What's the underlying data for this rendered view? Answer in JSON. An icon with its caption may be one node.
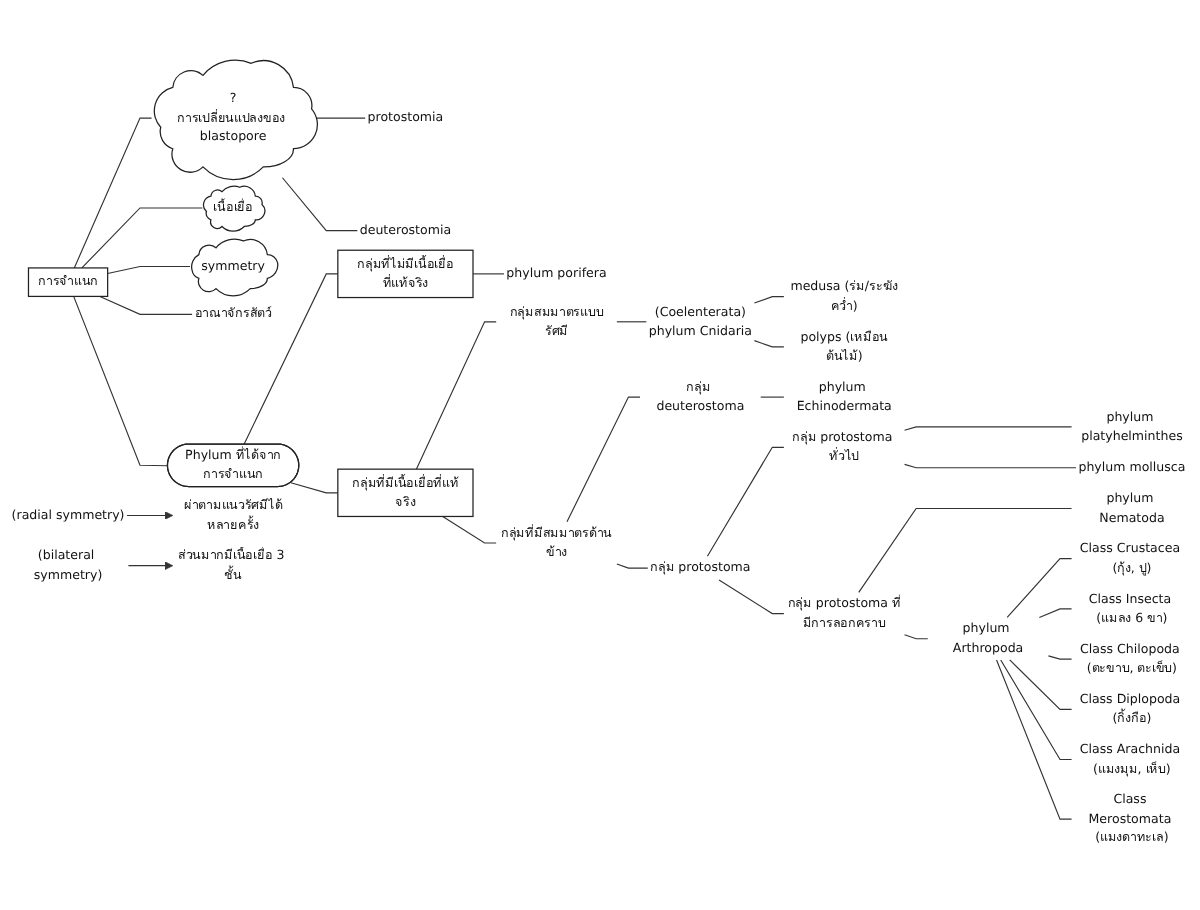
{
  "diagram": {
    "nodes": [
      {
        "text": [
          "protostomia"
        ]
      },
      {
        "text": [
          "?",
          "การเปลี่ยนแปลงของ blastopore"
        ]
      },
      {
        "text": [
          "deuterostomia"
        ]
      },
      {
        "text": [
          "เนื้อเยื่อ"
        ]
      },
      {
        "text": [
          "symmetry"
        ]
      },
      {
        "text": [
          "การจำแนก"
        ]
      },
      {
        "text": [
          "อาณาจักรสัตว์"
        ]
      },
      {
        "text": [
          "Phylum ที่ได้จากการจำแนก"
        ]
      },
      {
        "text": [
          "ผ่าตามแนวรัศมีได้หลายครั้ง"
        ]
      },
      {
        "text": [
          "(radial symmetry)"
        ]
      },
      {
        "text": [
          "กลุ่มสมมาตรแบบรัศมี"
        ]
      },
      {
        "text": [
          "phylum Cnidaria"
        ],
        "beside": [
          "(Coelenterata)"
        ]
      },
      {
        "text": [
          "medusa (ร่ม/ระฆังคว่ำ)"
        ]
      },
      {
        "text": [
          "polyps (เหมือนต้นไม้)"
        ]
      },
      {
        "text": [
          "กลุ่มที่มีเนื้อเยื่อที่แท้จริง"
        ]
      },
      {
        "text": [
          "phylum porifera"
        ]
      },
      {
        "text": [
          "กลุ่มที่ไม่มีเนื้อเยื่อที่แท้จริง"
        ]
      },
      {
        "text": [
          "ส่วนมากมีเนื้อเยื่อ 3 ชั้น"
        ]
      },
      {
        "text": [
          "กลุ่มที่มีสมมาตรด้านข้าง"
        ]
      },
      {
        "text": [
          "(bilateral symmetry)"
        ]
      },
      {
        "text": [
          "กลุ่ม deuterostoma"
        ]
      },
      {
        "text": [
          "phylum Echinodermata"
        ]
      },
      {
        "text": [
          "กลุ่ม protostoma"
        ]
      },
      {
        "text": [
          "กลุ่ม protostoma ทั่วไป"
        ]
      },
      {
        "text": [
          "กลุ่ม protostoma ที่มีการลอกคราบ"
        ]
      },
      {
        "text": [
          "phylum platyhelminthes"
        ]
      },
      {
        "text": [
          "phylum mollusca"
        ]
      },
      {
        "text": [
          "phylum Nematoda"
        ]
      },
      {
        "text": [
          "phylum Arthropoda"
        ]
      },
      {
        "text": [
          "Class Crustacea (กุ้ง, ปู)"
        ]
      },
      {
        "text": [
          "Class Insecta (แมลง 6 ขา)"
        ]
      },
      {
        "text": [
          "Class Chilopoda (ตะขาบ, ตะเข็บ)"
        ]
      },
      {
        "text": [
          "Class Diplopoda (กิ้งกือ)"
        ]
      },
      {
        "text": [
          "Class Arachnida (แมงมุม, เห็บ)"
        ]
      },
      {
        "text": [
          "Class Merostomata (แมงดาทะเล)"
        ]
      }
    ],
    "edges": [
      {
        "from": 1,
        "to": 0,
        "arrow": "none"
      },
      {
        "from": 1,
        "to": 2,
        "arrow": "none"
      },
      {
        "from": 5,
        "to": 1,
        "arrow": "none"
      },
      {
        "from": 5,
        "to": 3,
        "arrow": "none"
      },
      {
        "from": 5,
        "to": 4,
        "arrow": "none"
      },
      {
        "from": 5,
        "to": 6,
        "arrow": "none"
      },
      {
        "from": 5,
        "to": 7,
        "arrow": "none"
      },
      {
        "from": 9,
        "to": 8,
        "arrow": "to"
      },
      {
        "from": 7,
        "to": 16,
        "arrow": "none"
      },
      {
        "from": 16,
        "to": 15,
        "arrow": "none"
      },
      {
        "from": 7,
        "to": 14,
        "arrow": "none"
      },
      {
        "from": 14,
        "to": 10,
        "arrow": "none"
      },
      {
        "from": 10,
        "to": 11,
        "arrow": "none"
      },
      {
        "from": 11,
        "to": 12,
        "arrow": "none"
      },
      {
        "from": 11,
        "to": 13,
        "arrow": "none"
      },
      {
        "from": 19,
        "to": 17,
        "arrow": "to"
      },
      {
        "from": 14,
        "to": 18,
        "arrow": "none"
      },
      {
        "from": 18,
        "to": 20,
        "arrow": "none"
      },
      {
        "from": 20,
        "to": 21,
        "arrow": "none"
      },
      {
        "from": 18,
        "to": 22,
        "arrow": "none"
      },
      {
        "from": 22,
        "to": 23,
        "arrow": "none"
      },
      {
        "from": 22,
        "to": 24,
        "arrow": "none"
      },
      {
        "from": 23,
        "to": 25,
        "arrow": "none"
      },
      {
        "from": 23,
        "to": 26,
        "arrow": "none"
      },
      {
        "from": 24,
        "to": 27,
        "arrow": "none"
      },
      {
        "from": 24,
        "to": 28,
        "arrow": "none"
      },
      {
        "from": 28,
        "to": 29,
        "arrow": "none"
      },
      {
        "from": 28,
        "to": 30,
        "arrow": "none"
      },
      {
        "from": 28,
        "to": 31,
        "arrow": "none"
      },
      {
        "from": 28,
        "to": 32,
        "arrow": "none"
      },
      {
        "from": 28,
        "to": 33,
        "arrow": "none"
      },
      {
        "from": 28,
        "to": 34,
        "arrow": "none"
      }
    ]
  }
}
